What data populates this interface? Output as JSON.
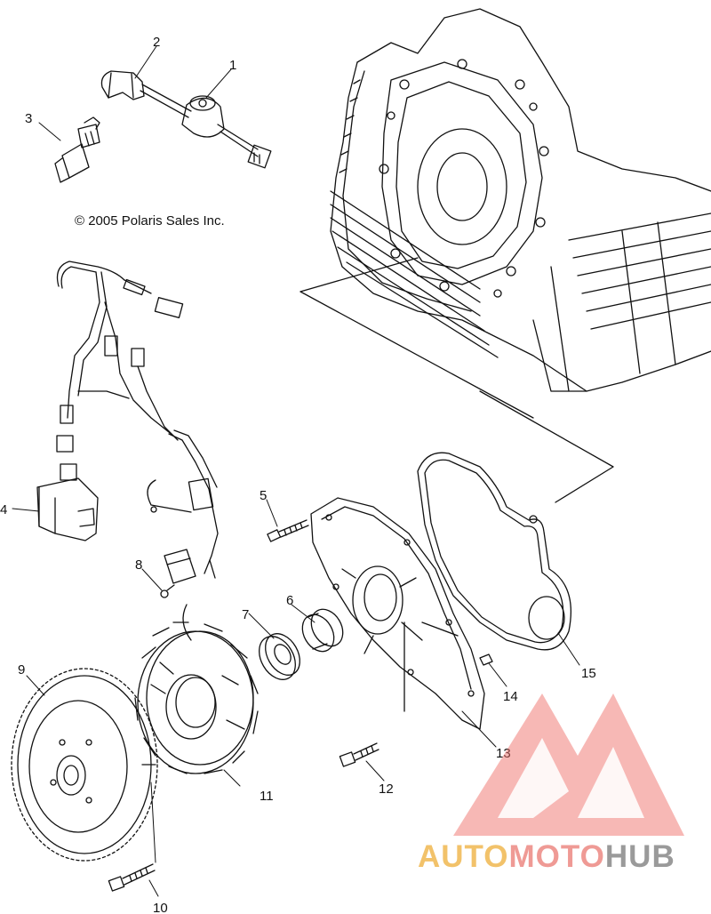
{
  "copyright": "© 2005 Polaris Sales Inc.",
  "callouts": [
    "1",
    "2",
    "3",
    "4",
    "5",
    "6",
    "7",
    "8",
    "9",
    "10",
    "11",
    "12",
    "13",
    "14",
    "15"
  ],
  "watermark": {
    "part1": "AUTO",
    "part2": "MOTO",
    "part3": "HUB",
    "colors": {
      "auto": "#f2c26a",
      "moto": "#ef9a95",
      "hub": "#9a9a9a",
      "logo": "#ef6f6a"
    }
  },
  "icons": [
    "ignition-coil-icon",
    "spark-plug-cap-icon",
    "spark-plug-icon",
    "wiring-harness-icon",
    "cdi-module-icon",
    "screw-icon",
    "seal-icon",
    "bearing-icon",
    "flywheel-icon",
    "stator-icon",
    "stator-cover-icon",
    "gasket-icon",
    "crankcase-icon",
    "logo-icon"
  ]
}
